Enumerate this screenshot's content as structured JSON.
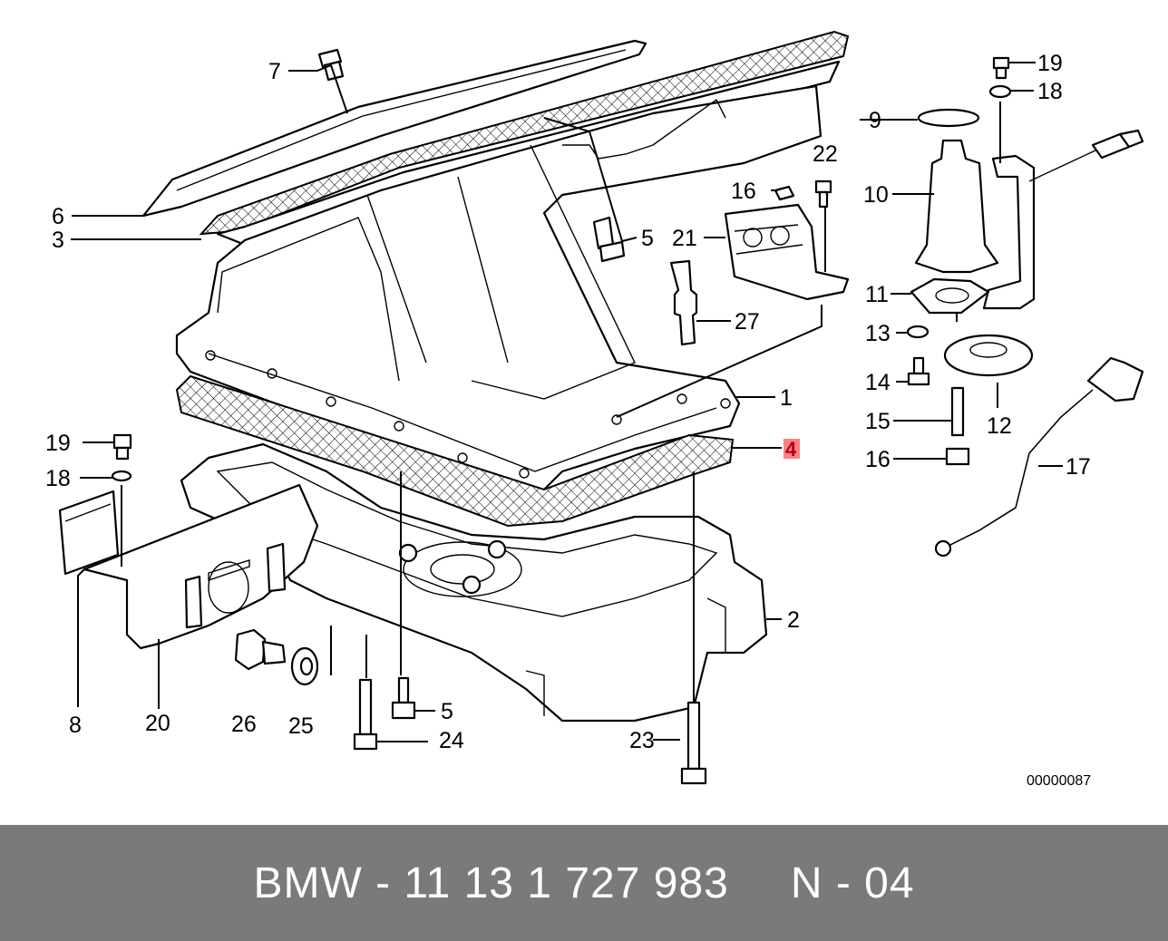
{
  "diagram": {
    "labels": {
      "l1": "1",
      "l2": "2",
      "l3": "3",
      "l4": "4",
      "l5a": "5",
      "l5b": "5",
      "l6": "6",
      "l7": "7",
      "l8": "8",
      "l9": "9",
      "l10": "10",
      "l11": "11",
      "l12": "12",
      "l13": "13",
      "l14": "14",
      "l15": "15",
      "l16a": "16",
      "l16b": "16",
      "l17": "17",
      "l18a": "18",
      "l18b": "18",
      "l19a": "19",
      "l19b": "19",
      "l20": "20",
      "l21": "21",
      "l22": "22",
      "l23": "23",
      "l24": "24",
      "l25": "25",
      "l26": "26",
      "l27": "27"
    },
    "highlighted_label": "4",
    "highlight_color": "#ff8080",
    "diagram_code": "00000087"
  },
  "footer": {
    "part_number": "BMW - 11 13 1 727 983",
    "position": "N - 04",
    "background": "#7a7a7a"
  }
}
